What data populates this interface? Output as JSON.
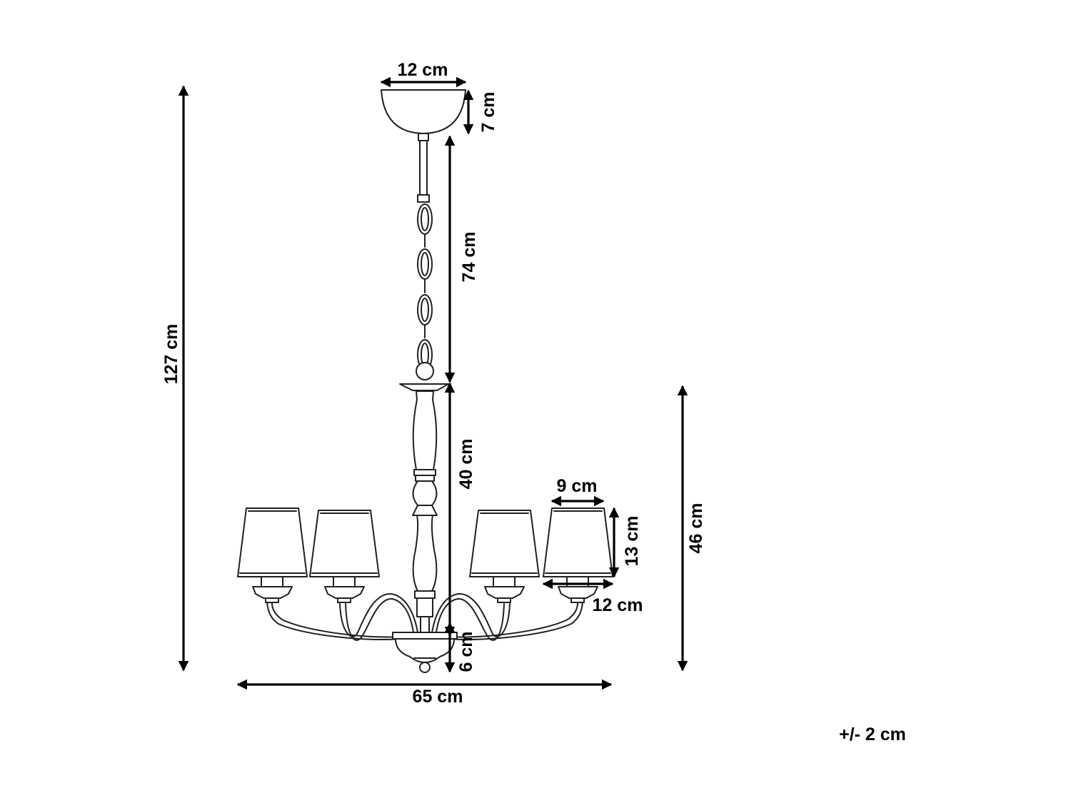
{
  "dimensions": {
    "canopy_width": "12 cm",
    "canopy_height": "7 cm",
    "chain_length": "74 cm",
    "total_height": "127 cm",
    "body_height": "40 cm",
    "bottom_height": "6 cm",
    "fixture_height": "46 cm",
    "shade_top_width": "9 cm",
    "shade_height": "13 cm",
    "shade_bottom_width": "12 cm",
    "total_width": "65 cm"
  },
  "tolerance": "+/- 2 cm",
  "colors": {
    "line": "#231f20",
    "dimension": "#000000",
    "background": "#ffffff"
  }
}
